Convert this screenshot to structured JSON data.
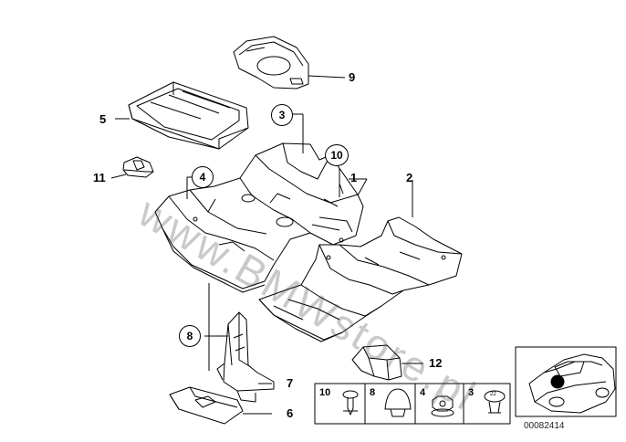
{
  "watermark": "www.BMWstore.pl",
  "callouts": {
    "p1": "1",
    "p2": "2",
    "p3": "3",
    "p4": "4",
    "p5": "5",
    "p6": "6",
    "p7": "7",
    "p8": "8",
    "p9": "9",
    "p10": "10",
    "p11": "11",
    "p12": "12"
  },
  "legend": {
    "items": [
      {
        "num": "10"
      },
      {
        "num": "8"
      },
      {
        "num": "4"
      },
      {
        "num": "3",
        "part_marking": "22"
      }
    ]
  },
  "document_number": "00082414",
  "colors": {
    "line": "#000000",
    "watermark": "#6e6e6e"
  }
}
